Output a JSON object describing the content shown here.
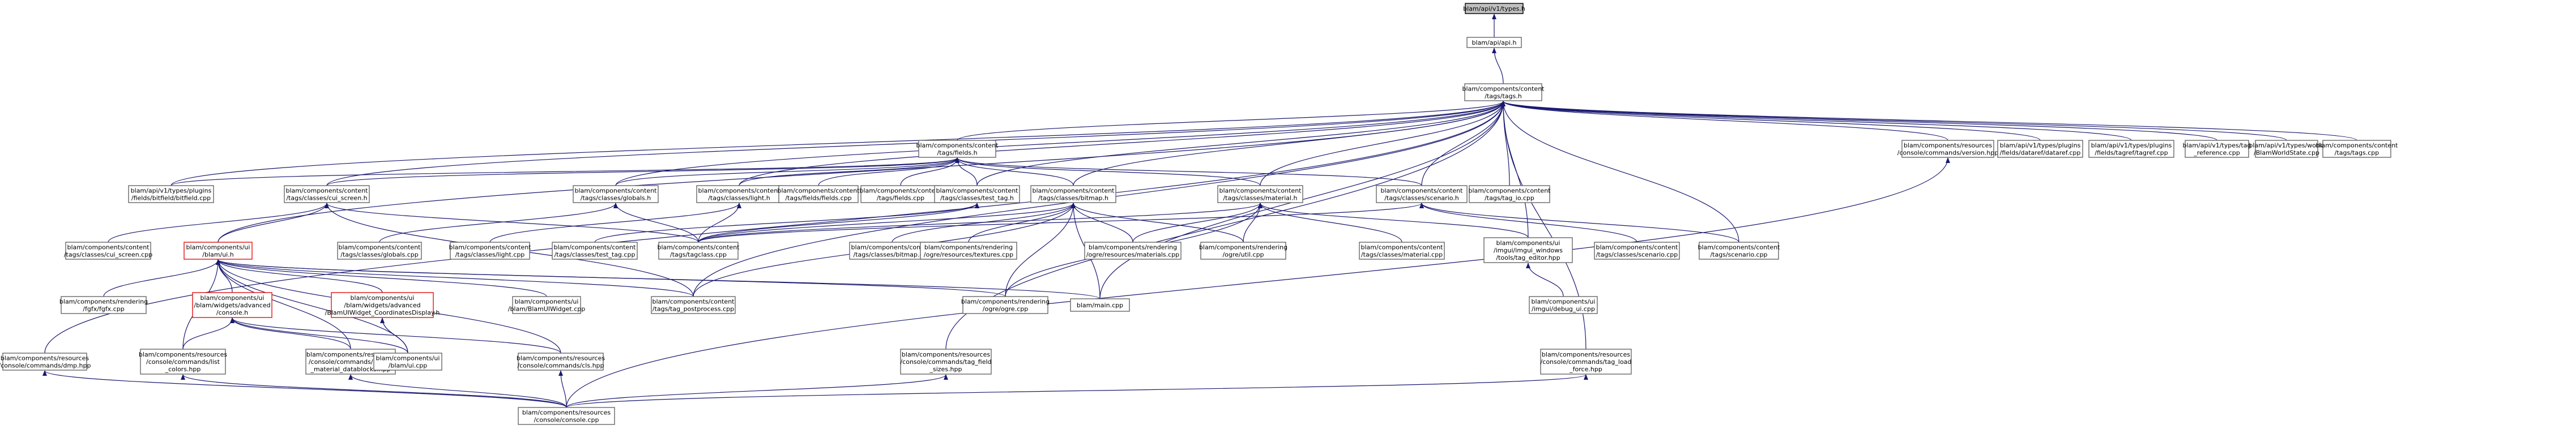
{
  "nodes": [
    {
      "id": "types_h",
      "lines": [
        "blam/api/v1/types.h"
      ],
      "root": true
    },
    {
      "id": "api_h",
      "lines": [
        "blam/api/api.h"
      ]
    },
    {
      "id": "tags_h",
      "lines": [
        "blam/components/content",
        "/tags/tags.h"
      ]
    },
    {
      "id": "fields_h",
      "lines": [
        "blam/components/content",
        "/tags/fields.h"
      ]
    },
    {
      "id": "bitfield_cpp",
      "lines": [
        "blam/api/v1/types/plugins",
        "/fields/bitfield/bitfield.cpp"
      ]
    },
    {
      "id": "cui_screen_h",
      "lines": [
        "blam/components/content",
        "/tags/classes/cui_screen.h"
      ]
    },
    {
      "id": "globals_h",
      "lines": [
        "blam/components/content",
        "/tags/classes/globals.h"
      ]
    },
    {
      "id": "light_h",
      "lines": [
        "blam/components/content",
        "/tags/classes/light.h"
      ]
    },
    {
      "id": "tagfields_cpp",
      "lines": [
        "blam/components/content",
        "/tags/fields/fields.cpp"
      ]
    },
    {
      "id": "fields_cpp",
      "lines": [
        "blam/components/content",
        "/tags/fields.cpp"
      ]
    },
    {
      "id": "test_tag_h",
      "lines": [
        "blam/components/content",
        "/tags/classes/test_tag.h"
      ]
    },
    {
      "id": "bitmap_h",
      "lines": [
        "blam/components/content",
        "/tags/classes/bitmap.h"
      ]
    },
    {
      "id": "material_h",
      "lines": [
        "blam/components/content",
        "/tags/classes/material.h"
      ]
    },
    {
      "id": "scenario_h",
      "lines": [
        "blam/components/content",
        "/tags/classes/scenario.h"
      ]
    },
    {
      "id": "tag_io_cpp",
      "lines": [
        "blam/components/content",
        "/tags/tag_io.cpp"
      ]
    },
    {
      "id": "version_hpp",
      "lines": [
        "blam/components/resources",
        "/console/commands/version.hpp"
      ]
    },
    {
      "id": "dataref_cpp",
      "lines": [
        "blam/api/v1/types/plugins",
        "/fields/dataref/dataref.cpp"
      ]
    },
    {
      "id": "tagref_cpp",
      "lines": [
        "blam/api/v1/types/plugins",
        "/fields/tagref/tagref.cpp"
      ]
    },
    {
      "id": "tag_reference_cpp",
      "lines": [
        "blam/api/v1/types/tag",
        "_reference.cpp"
      ]
    },
    {
      "id": "worldstate_cpp",
      "lines": [
        "blam/api/v1/types/world",
        "/BlamWorldState.cpp"
      ]
    },
    {
      "id": "tags_cpp",
      "lines": [
        "blam/components/content",
        "/tags/tags.cpp"
      ]
    },
    {
      "id": "cui_screen_cpp",
      "lines": [
        "blam/components/content",
        "/tags/classes/cui_screen.cpp"
      ]
    },
    {
      "id": "ui_h",
      "lines": [
        "blam/components/ui",
        "/blam/ui.h"
      ],
      "red": true
    },
    {
      "id": "globals_cpp",
      "lines": [
        "blam/components/content",
        "/tags/classes/globals.cpp"
      ]
    },
    {
      "id": "light_cpp",
      "lines": [
        "blam/components/content",
        "/tags/classes/light.cpp"
      ]
    },
    {
      "id": "test_tag_cpp",
      "lines": [
        "blam/components/content",
        "/tags/classes/test_tag.cpp"
      ]
    },
    {
      "id": "tag_class_cpp",
      "lines": [
        "blam/components/content",
        "/tags/tagclass.cpp"
      ]
    },
    {
      "id": "bitmap_cpp",
      "lines": [
        "blam/components/content",
        "/tags/classes/bitmap.cpp"
      ]
    },
    {
      "id": "textures_cpp",
      "lines": [
        "blam/components/rendering",
        "/ogre/resources/textures.cpp"
      ]
    },
    {
      "id": "materials_cpp",
      "lines": [
        "blam/components/rendering",
        "/ogre/resources/materials.cpp"
      ]
    },
    {
      "id": "ogre_util_cpp",
      "lines": [
        "blam/components/rendering",
        "/ogre/util.cpp"
      ]
    },
    {
      "id": "material_cpp",
      "lines": [
        "blam/components/content",
        "/tags/classes/material.cpp"
      ]
    },
    {
      "id": "tag_editor_hpp",
      "lines": [
        "blam/components/ui",
        "/imgui/imgui_windows",
        "/tools/tag_editor.hpp"
      ]
    },
    {
      "id": "scenario_cpp",
      "lines": [
        "blam/components/content",
        "/tags/classes/scenario.cpp"
      ]
    },
    {
      "id": "tags_scenario_cpp",
      "lines": [
        "blam/components/content",
        "/tags/scenario.cpp"
      ]
    },
    {
      "id": "fgfx_cpp",
      "lines": [
        "blam/components/rendering",
        "/fgfx/fgfx.cpp"
      ]
    },
    {
      "id": "console_h",
      "lines": [
        "blam/components/ui",
        "/blam/widgets/advanced",
        "/console.h"
      ],
      "red": true
    },
    {
      "id": "coords_h",
      "lines": [
        "blam/components/ui",
        "/blam/widgets/advanced",
        "/BlamUIWidget_CoordinatesDisplay.h"
      ],
      "red": true
    },
    {
      "id": "uiwidget_cpp",
      "lines": [
        "blam/components/ui",
        "/blam/BlamUIWidget.cpp"
      ]
    },
    {
      "id": "tag_postprocess_cpp",
      "lines": [
        "blam/components/content",
        "/tags/tag_postprocess.cpp"
      ]
    },
    {
      "id": "ogre_cpp",
      "lines": [
        "blam/components/rendering",
        "/ogre/ogre.cpp"
      ]
    },
    {
      "id": "main_cpp",
      "lines": [
        "blam/main.cpp"
      ]
    },
    {
      "id": "debug_ui_cpp",
      "lines": [
        "blam/components/ui",
        "/imgui/debug_ui.cpp"
      ]
    },
    {
      "id": "dmp_hpp",
      "lines": [
        "blam/components/resources",
        "/console/commands/dmp.hpp"
      ]
    },
    {
      "id": "list_colors_hpp",
      "lines": [
        "blam/components/resources",
        "/console/commands/list",
        "_colors.hpp"
      ]
    },
    {
      "id": "reload_hpp",
      "lines": [
        "blam/components/resources",
        "/console/commands/reload",
        "_material_datablocks.hpp"
      ]
    },
    {
      "id": "ui_cpp",
      "lines": [
        "blam/components/ui",
        "/blam/ui.cpp"
      ]
    },
    {
      "id": "cls_hpp",
      "lines": [
        "blam/components/resources",
        "/console/commands/cls.hpp"
      ]
    },
    {
      "id": "tag_field_sizes_hpp",
      "lines": [
        "blam/components/resources",
        "/console/commands/tag_field",
        "_sizes.hpp"
      ]
    },
    {
      "id": "tag_load_force_hpp",
      "lines": [
        "blam/components/resources",
        "/console/commands/tag_load",
        "_force.hpp"
      ]
    },
    {
      "id": "console_cpp",
      "lines": [
        "blam/components/resources",
        "/console/console.cpp"
      ]
    }
  ],
  "edges": [
    [
      "api_h",
      "types_h"
    ],
    [
      "tags_h",
      "api_h"
    ],
    [
      "dmp_hpp",
      "tags_h"
    ],
    [
      "bitfield_cpp",
      "tags_h"
    ],
    [
      "cui_screen_h",
      "tags_h"
    ],
    [
      "fields_h",
      "tags_h"
    ],
    [
      "globals_h",
      "tags_h"
    ],
    [
      "light_h",
      "tags_h"
    ],
    [
      "test_tag_h",
      "tags_h"
    ],
    [
      "bitmap_h",
      "tags_h"
    ],
    [
      "material_h",
      "tags_h"
    ],
    [
      "scenario_h",
      "tags_h"
    ],
    [
      "tag_io_cpp",
      "tags_h"
    ],
    [
      "tag_editor_hpp",
      "tags_h"
    ],
    [
      "version_hpp",
      "tags_h"
    ],
    [
      "dataref_cpp",
      "tags_h"
    ],
    [
      "tagref_cpp",
      "tags_h"
    ],
    [
      "tag_reference_cpp",
      "tags_h"
    ],
    [
      "worldstate_cpp",
      "tags_h"
    ],
    [
      "tags_cpp",
      "tags_h"
    ],
    [
      "tag_postprocess_cpp",
      "tags_h"
    ],
    [
      "main_cpp",
      "tags_h"
    ],
    [
      "tag_load_force_hpp",
      "tags_h"
    ],
    [
      "tag_field_sizes_hpp",
      "tags_h"
    ],
    [
      "tags_scenario_cpp",
      "tags_h"
    ],
    [
      "ui_h",
      "tags_h"
    ],
    [
      "bitfield_cpp",
      "fields_h"
    ],
    [
      "cui_screen_h",
      "fields_h"
    ],
    [
      "globals_h",
      "fields_h"
    ],
    [
      "light_h",
      "fields_h"
    ],
    [
      "tagfields_cpp",
      "fields_h"
    ],
    [
      "fields_cpp",
      "fields_h"
    ],
    [
      "test_tag_h",
      "fields_h"
    ],
    [
      "bitmap_h",
      "fields_h"
    ],
    [
      "material_h",
      "fields_h"
    ],
    [
      "scenario_h",
      "fields_h"
    ],
    [
      "cui_screen_cpp",
      "cui_screen_h"
    ],
    [
      "ui_h",
      "cui_screen_h"
    ],
    [
      "tag_class_cpp",
      "cui_screen_h"
    ],
    [
      "tag_postprocess_cpp",
      "cui_screen_h"
    ],
    [
      "globals_cpp",
      "globals_h"
    ],
    [
      "tag_class_cpp",
      "globals_h"
    ],
    [
      "light_cpp",
      "light_h"
    ],
    [
      "tag_class_cpp",
      "light_h"
    ],
    [
      "test_tag_cpp",
      "test_tag_h"
    ],
    [
      "tag_class_cpp",
      "test_tag_h"
    ],
    [
      "tag_class_cpp",
      "bitmap_h"
    ],
    [
      "bitmap_cpp",
      "bitmap_h"
    ],
    [
      "textures_cpp",
      "bitmap_h"
    ],
    [
      "materials_cpp",
      "bitmap_h"
    ],
    [
      "ogre_util_cpp",
      "bitmap_h"
    ],
    [
      "tag_postprocess_cpp",
      "bitmap_h"
    ],
    [
      "ogre_cpp",
      "bitmap_h"
    ],
    [
      "main_cpp",
      "bitmap_h"
    ],
    [
      "tag_class_cpp",
      "material_h"
    ],
    [
      "materials_cpp",
      "material_h"
    ],
    [
      "ogre_util_cpp",
      "material_h"
    ],
    [
      "material_cpp",
      "material_h"
    ],
    [
      "tag_editor_hpp",
      "material_h"
    ],
    [
      "ogre_cpp",
      "material_h"
    ],
    [
      "scenario_cpp",
      "scenario_h"
    ],
    [
      "tags_scenario_cpp",
      "scenario_h"
    ],
    [
      "tag_class_cpp",
      "scenario_h"
    ],
    [
      "debug_ui_cpp",
      "tag_editor_hpp"
    ],
    [
      "fgfx_cpp",
      "ui_h"
    ],
    [
      "console_h",
      "ui_h"
    ],
    [
      "coords_h",
      "ui_h"
    ],
    [
      "uiwidget_cpp",
      "ui_h"
    ],
    [
      "ui_cpp",
      "ui_h"
    ],
    [
      "list_colors_hpp",
      "ui_h"
    ],
    [
      "reload_hpp",
      "ui_h"
    ],
    [
      "cls_hpp",
      "ui_h"
    ],
    [
      "main_cpp",
      "ui_h"
    ],
    [
      "tag_postprocess_cpp",
      "ui_h"
    ],
    [
      "ogre_cpp",
      "ui_h"
    ],
    [
      "list_colors_hpp",
      "console_h"
    ],
    [
      "reload_hpp",
      "console_h"
    ],
    [
      "ui_cpp",
      "console_h"
    ],
    [
      "cls_hpp",
      "console_h"
    ],
    [
      "ui_cpp",
      "coords_h"
    ],
    [
      "console_cpp",
      "dmp_hpp"
    ],
    [
      "console_cpp",
      "list_colors_hpp"
    ],
    [
      "console_cpp",
      "reload_hpp"
    ],
    [
      "console_cpp",
      "cls_hpp"
    ],
    [
      "console_cpp",
      "tag_field_sizes_hpp"
    ],
    [
      "console_cpp",
      "tag_load_force_hpp"
    ],
    [
      "console_cpp",
      "version_hpp"
    ]
  ]
}
